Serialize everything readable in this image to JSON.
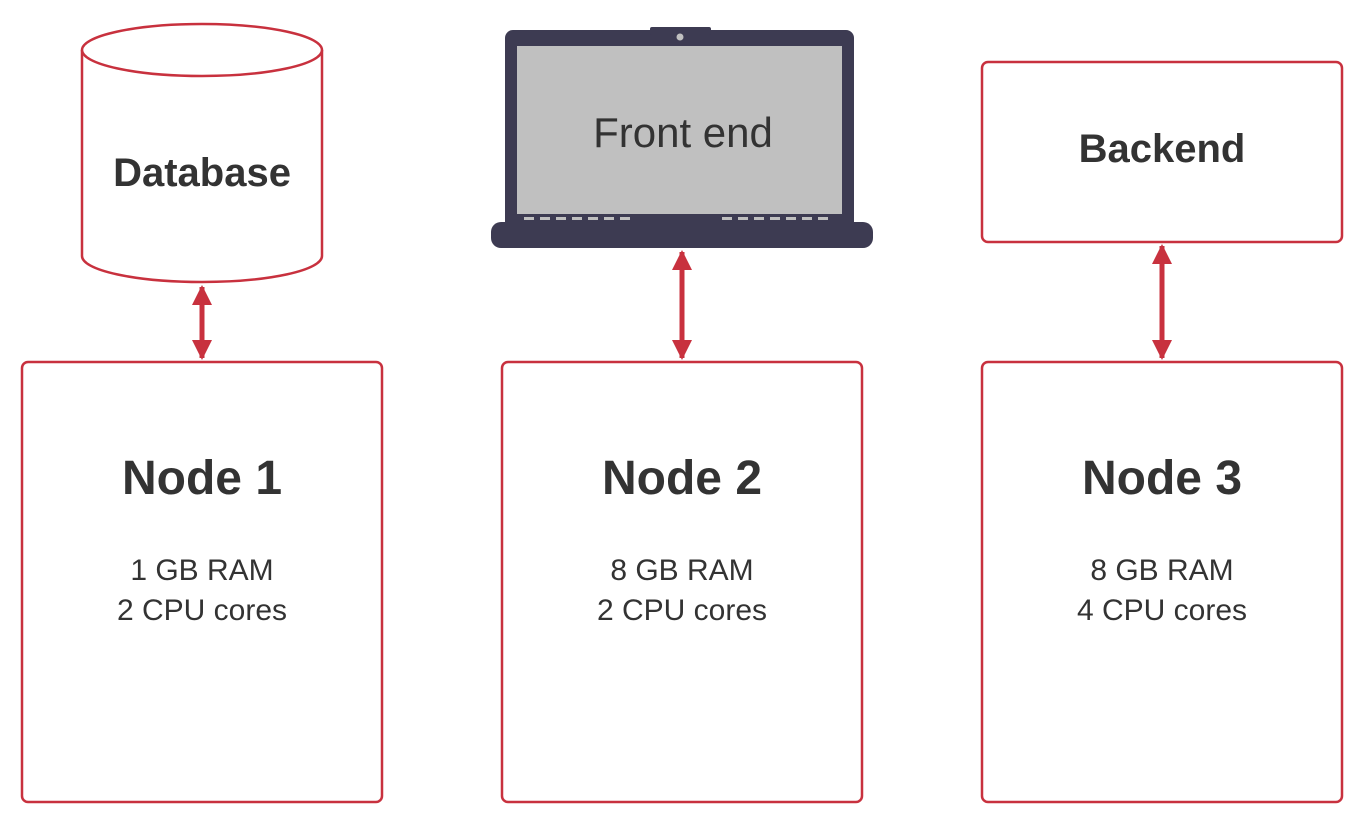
{
  "components": {
    "database": {
      "label": "Database",
      "icon": "database-cylinder-icon"
    },
    "frontend": {
      "label": "Front end",
      "icon": "laptop-icon"
    },
    "backend": {
      "label": "Backend"
    }
  },
  "nodes": [
    {
      "title": "Node 1",
      "ram": "1 GB RAM",
      "cpu": "2 CPU cores"
    },
    {
      "title": "Node 2",
      "ram": "8 GB RAM",
      "cpu": "2 CPU cores"
    },
    {
      "title": "Node 3",
      "ram": "8 GB RAM",
      "cpu": "4 CPU cores"
    }
  ],
  "colors": {
    "accent": "#c8313e",
    "text": "#333333",
    "laptop_frame": "#3d3b52",
    "laptop_screen": "#c0c0c0",
    "background": "#ffffff"
  }
}
